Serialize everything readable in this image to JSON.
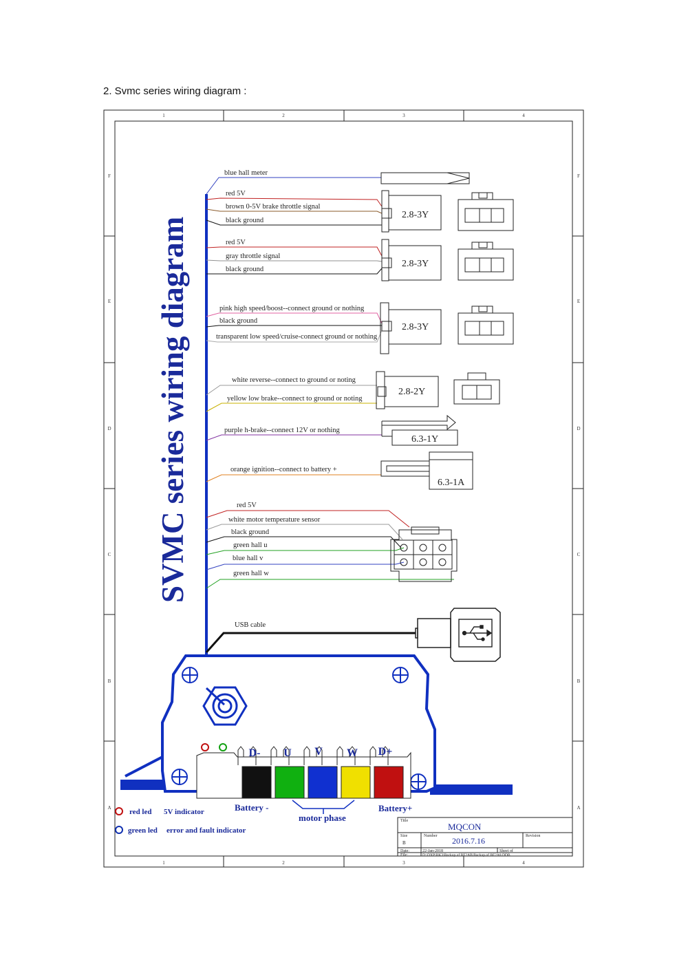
{
  "heading": "2.   Svmc series wiring diagram :",
  "vertical_title": "SVMC series wiring diagram",
  "frame": {
    "columns": [
      "1",
      "2",
      "3",
      "4"
    ],
    "rows": [
      "F",
      "E",
      "D",
      "C",
      "B",
      "A"
    ]
  },
  "wires": [
    {
      "label": "blue    hall meter",
      "color": "#3040c0"
    },
    {
      "label": "red   5V",
      "color": "#c02020"
    },
    {
      "label": "brown    0-5V brake throttle signal",
      "color": "#8a5a2a"
    },
    {
      "label": "black    ground",
      "color": "#111111"
    },
    {
      "label": "red   5V",
      "color": "#c02020"
    },
    {
      "label": "gray    throttle signal",
      "color": "#909090"
    },
    {
      "label": "black    ground",
      "color": "#111111"
    },
    {
      "label": "pink    high speed/boost--connect  ground or nothing",
      "color": "#e060a0"
    },
    {
      "label": "black    ground",
      "color": "#111111"
    },
    {
      "label": "transparent    low speed/cruise-connect  ground  or nothing",
      "color": "#aaaaaa"
    },
    {
      "label": "white    reverse--connect to ground or noting",
      "color": "#999999"
    },
    {
      "label": "yellow  low brake--connect to ground or noting",
      "color": "#c8b000"
    },
    {
      "label": "purple   h-brake--connect  12V  or  nothing",
      "color": "#8030a0"
    },
    {
      "label": "orange  ignition--connect to battery +",
      "color": "#e08020"
    },
    {
      "label": "red    5V",
      "color": "#c02020"
    },
    {
      "label": "white  motor temperature sensor",
      "color": "#999999"
    },
    {
      "label": "black  ground",
      "color": "#111111"
    },
    {
      "label": "green   hall  u",
      "color": "#20a020"
    },
    {
      "label": "blue     hall  v",
      "color": "#3040c0"
    },
    {
      "label": "green    hall   w",
      "color": "#20a020"
    },
    {
      "label": "USB  cable",
      "color": "#111111"
    }
  ],
  "connectors": [
    {
      "label": "2.8-3Y"
    },
    {
      "label": "2.8-3Y"
    },
    {
      "label": "2.8-3Y"
    },
    {
      "label": "2.8-2Y"
    },
    {
      "label": "6.3-1Y"
    },
    {
      "label": "6.3-1A"
    }
  ],
  "terminals": [
    {
      "label": "D-",
      "color": "#111111"
    },
    {
      "label": "U",
      "color": "#10b010"
    },
    {
      "label": "V",
      "color": "#1030d0"
    },
    {
      "label": "W",
      "color": "#f0e000"
    },
    {
      "label": "D+",
      "color": "#c01010"
    }
  ],
  "labels": {
    "battery_minus": "Battery -",
    "battery_plus": "Battery+",
    "motor_phase": "motor phase"
  },
  "legend": [
    {
      "led": "red led",
      "meaning": "5V indicator",
      "color": "#c01010"
    },
    {
      "led": "green led",
      "meaning": "error and fault  indicator",
      "color": "#1030b0"
    }
  ],
  "title_block": {
    "title_label": "Title",
    "title": "MQCON",
    "size_label": "Size",
    "size": "B",
    "number_label": "Number",
    "number": "2016.7.16",
    "revision_label": "Revision",
    "date_label": "Date:",
    "date": "22-Jan-2018",
    "sheet_label": "Sheet    of",
    "file_label": "File:",
    "file": "D:\\DXP\\BK3\\Backup of BF2AB\\Backup of BF2A8.DDB"
  }
}
